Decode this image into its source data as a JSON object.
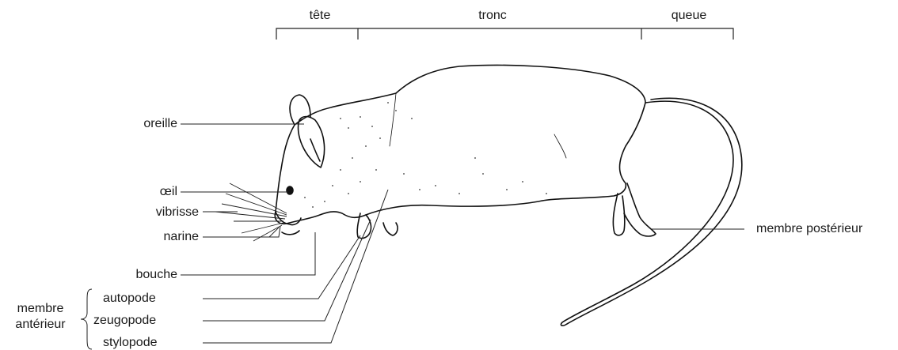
{
  "sections": {
    "head": "tête",
    "trunk": "tronc",
    "tail": "queue"
  },
  "labels": {
    "ear": "oreille",
    "eye": "œil",
    "whisker": "vibrisse",
    "nostril": "narine",
    "mouth": "bouche",
    "forelimb_group": "membre\nantérieur",
    "forelimb_group_line1": "membre",
    "forelimb_group_line2": "antérieur",
    "autopod": "autopode",
    "zeugopod": "zeugopode",
    "stylopod": "stylopode",
    "hindlimb": "membre postérieur"
  },
  "colors": {
    "line": "#222222",
    "text": "#1a1a1a",
    "background": "#ffffff"
  }
}
